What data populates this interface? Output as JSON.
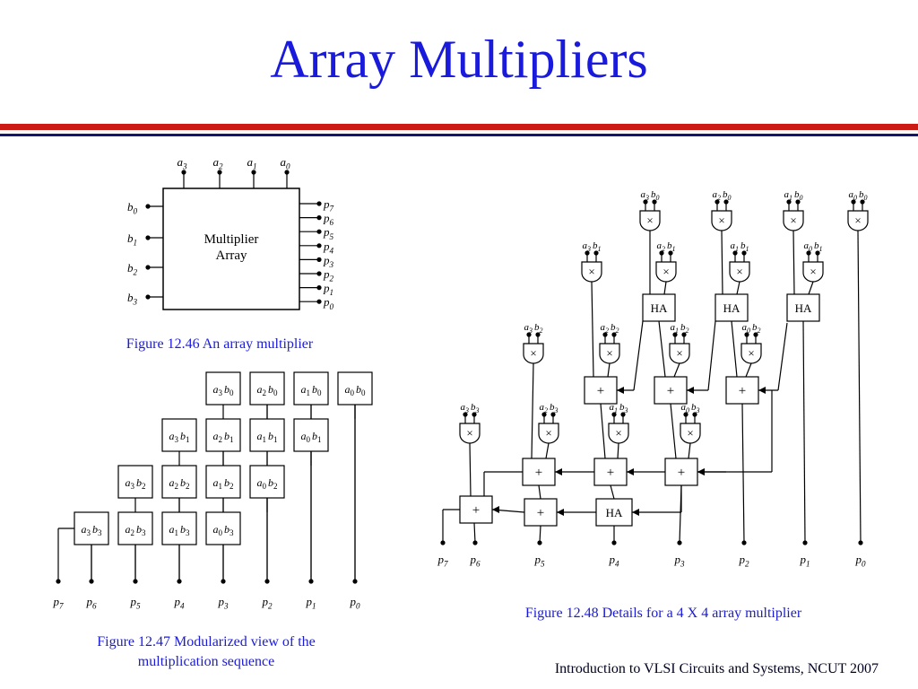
{
  "title": "Array Multipliers",
  "colors": {
    "title": "#1a1adc",
    "bar_red": "#cc1a14",
    "bar_navy": "#151570",
    "caption": "#1a1adc"
  },
  "fig46": {
    "caption": "Figure 12.46 An array multiplier",
    "box_label": [
      "Multiplier",
      "Array"
    ],
    "inputs_a": [
      {
        "b": "a",
        "s": "3"
      },
      {
        "b": "a",
        "s": "2"
      },
      {
        "b": "a",
        "s": "1"
      },
      {
        "b": "a",
        "s": "0"
      }
    ],
    "inputs_b": [
      {
        "b": "b",
        "s": "0"
      },
      {
        "b": "b",
        "s": "1"
      },
      {
        "b": "b",
        "s": "2"
      },
      {
        "b": "b",
        "s": "3"
      }
    ],
    "outputs": [
      {
        "b": "p",
        "s": "7"
      },
      {
        "b": "p",
        "s": "6"
      },
      {
        "b": "p",
        "s": "5"
      },
      {
        "b": "p",
        "s": "4"
      },
      {
        "b": "p",
        "s": "3"
      },
      {
        "b": "p",
        "s": "2"
      },
      {
        "b": "p",
        "s": "1"
      },
      {
        "b": "p",
        "s": "0"
      }
    ]
  },
  "fig47": {
    "caption_lines": [
      "Figure 12.47 Modularized view of the",
      "multiplication sequence"
    ],
    "rows": [
      [
        {
          "a": "3",
          "b": "0"
        },
        {
          "a": "2",
          "b": "0"
        },
        {
          "a": "1",
          "b": "0"
        },
        {
          "a": "0",
          "b": "0"
        }
      ],
      [
        {
          "a": "3",
          "b": "1"
        },
        {
          "a": "2",
          "b": "1"
        },
        {
          "a": "1",
          "b": "1"
        },
        {
          "a": "0",
          "b": "1"
        }
      ],
      [
        {
          "a": "3",
          "b": "2"
        },
        {
          "a": "2",
          "b": "2"
        },
        {
          "a": "1",
          "b": "2"
        },
        {
          "a": "0",
          "b": "2"
        }
      ],
      [
        {
          "a": "3",
          "b": "3"
        },
        {
          "a": "2",
          "b": "3"
        },
        {
          "a": "1",
          "b": "3"
        },
        {
          "a": "0",
          "b": "3"
        }
      ]
    ],
    "outputs": [
      "7",
      "6",
      "5",
      "4",
      "3",
      "2",
      "1",
      "0"
    ]
  },
  "fig48": {
    "caption": "Figure 12.48 Details for a 4 X 4 array multiplier",
    "and_gates": [
      {
        "a": "3",
        "b": "0"
      },
      {
        "a": "2",
        "b": "0"
      },
      {
        "a": "1",
        "b": "0"
      },
      {
        "a": "0",
        "b": "0"
      },
      {
        "a": "3",
        "b": "1"
      },
      {
        "a": "2",
        "b": "1"
      },
      {
        "a": "1",
        "b": "1"
      },
      {
        "a": "0",
        "b": "1"
      },
      {
        "a": "3",
        "b": "2"
      },
      {
        "a": "2",
        "b": "2"
      },
      {
        "a": "1",
        "b": "2"
      },
      {
        "a": "0",
        "b": "2"
      },
      {
        "a": "3",
        "b": "3"
      },
      {
        "a": "2",
        "b": "3"
      },
      {
        "a": "1",
        "b": "3"
      },
      {
        "a": "0",
        "b": "3"
      }
    ],
    "gate_symbol": "×",
    "half_adder_label": "HA",
    "full_adder_label": "+",
    "outputs": [
      "7",
      "6",
      "5",
      "4",
      "3",
      "2",
      "1",
      "0"
    ]
  },
  "footer": "Introduction to VLSI Circuits and Systems, NCUT  2007"
}
